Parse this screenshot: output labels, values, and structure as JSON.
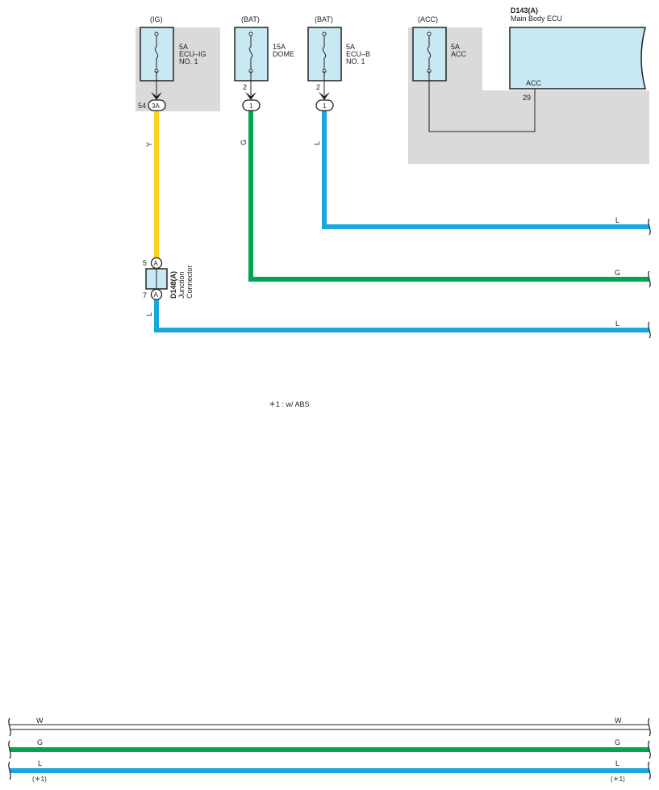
{
  "colors": {
    "ecu_fill": "#c8e8f4",
    "shade": "#dadada",
    "wire_yellow": "#f7d21e",
    "wire_green": "#00a651",
    "wire_blue": "#1aa7e0",
    "wire_white": "#ffffff",
    "outline": "#222222"
  },
  "fuses": [
    {
      "source": "(IG)",
      "rating": "5A",
      "name_1": "ECU–IG",
      "name_2": "NO. 1",
      "pin": "54",
      "connector": "3A"
    },
    {
      "source": "(BAT)",
      "rating": "15A",
      "name_1": "DOME",
      "name_2": "",
      "pin": "2",
      "connector": "1"
    },
    {
      "source": "(BAT)",
      "rating": "5A",
      "name_1": "ECU–B",
      "name_2": "NO. 1",
      "pin": "2",
      "connector": "1"
    },
    {
      "source": "(ACC)",
      "rating": "5A",
      "name_1": "ACC",
      "name_2": ""
    }
  ],
  "ecu": {
    "code": "D143(A)",
    "name": "Main Body ECU",
    "terminal": "ACC",
    "pin": "29"
  },
  "junction": {
    "code": "D148(A)",
    "name_1": "Junction",
    "name_2": "Connector",
    "pin_in": "5",
    "pin_out": "7",
    "letter_in": "A",
    "letter_out": "A"
  },
  "wires": {
    "ig_wire": "Y",
    "dome_wire": "G",
    "ecub_wire": "L",
    "jc_out_wire": "L",
    "right_1": "L",
    "right_2": "G",
    "right_3": "L"
  },
  "note": "＊1 : w/ ABS",
  "bottom_wires": [
    {
      "left": "W",
      "right": "W"
    },
    {
      "left": "G",
      "right": "G"
    },
    {
      "left": "L",
      "right": "L",
      "left_note": "(＊1)",
      "right_note": "(＊1)"
    }
  ]
}
